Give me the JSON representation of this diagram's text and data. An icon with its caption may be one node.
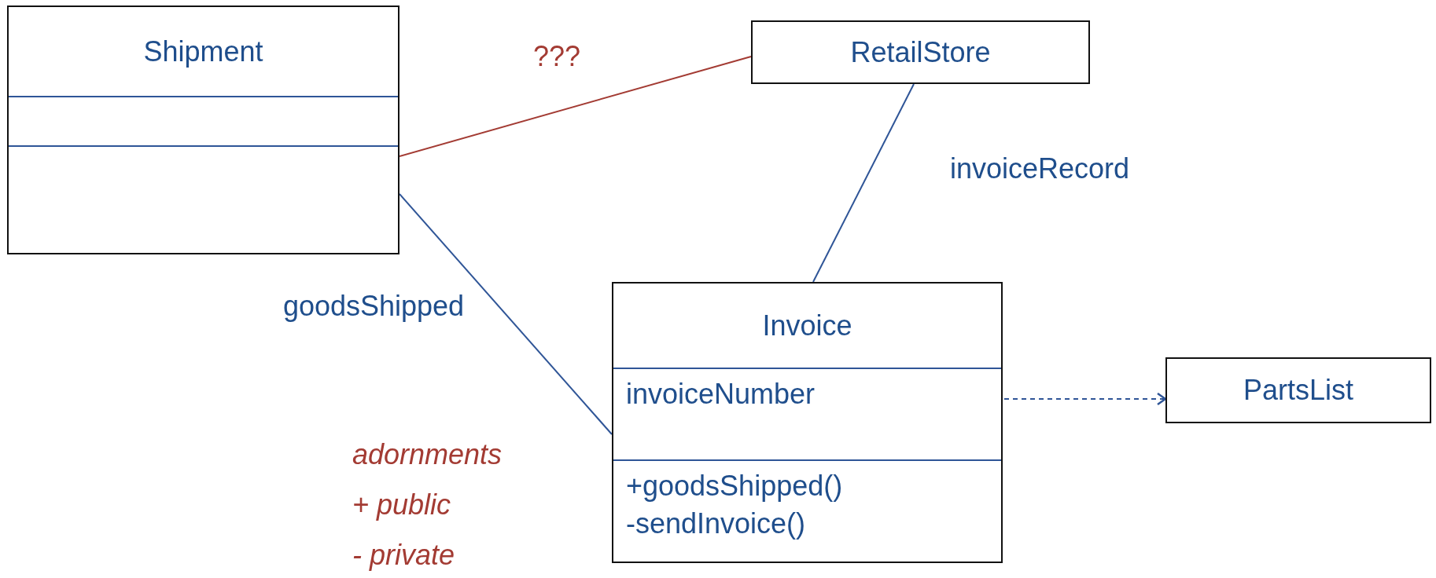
{
  "diagram": {
    "nodes": [
      {
        "text": [
          "Shipment"
        ]
      },
      {
        "text": [
          "RetailStore"
        ]
      },
      {
        "text": [
          "Invoice",
          "invoiceNumber",
          "+goodsShipped()",
          "-sendInvoice()"
        ]
      },
      {
        "text": [
          "PartsList"
        ]
      }
    ],
    "edges": [
      {
        "from": 0,
        "to": 1,
        "arrow": "none",
        "label": "???",
        "color": "#a33b33"
      },
      {
        "from": 1,
        "to": 2,
        "arrow": "none",
        "label": "invoiceRecord"
      },
      {
        "from": 0,
        "to": 2,
        "arrow": "none",
        "label": "goodsShipped"
      },
      {
        "from": 2,
        "to": 3,
        "arrow": "to",
        "style": "dashed"
      }
    ],
    "labels": [
      "adornments",
      "+ public",
      "- private"
    ]
  }
}
